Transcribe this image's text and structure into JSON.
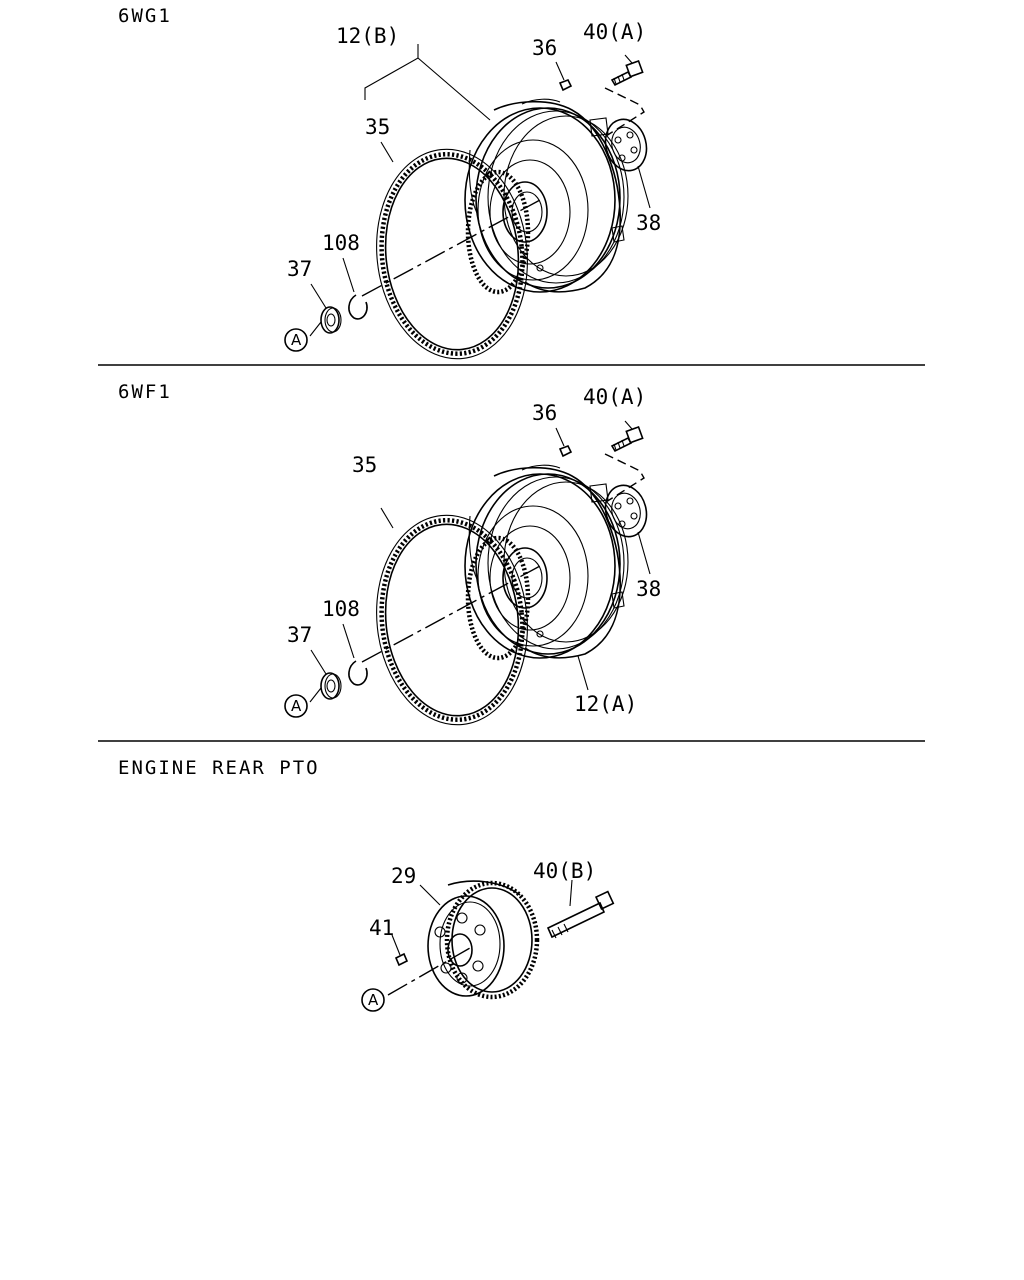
{
  "sections": [
    {
      "title": "6WG1",
      "labels": {
        "flywheel": "12(B)",
        "dowel_pin": "36",
        "bolt": "40(A)",
        "ring_gear": "35",
        "washer_plate": "38",
        "snap_ring": "108",
        "bearing": "37",
        "ref_marker": "A"
      }
    },
    {
      "title": "6WF1",
      "labels": {
        "dowel_pin": "36",
        "bolt": "40(A)",
        "ring_gear": "35",
        "washer_plate": "38",
        "snap_ring": "108",
        "bearing": "37",
        "flywheel": "12(A)",
        "ref_marker": "A"
      }
    },
    {
      "title": "ENGINE REAR PTO",
      "labels": {
        "pto_gear": "29",
        "bolt": "40(B)",
        "pin": "41",
        "ref_marker": "A"
      }
    }
  ]
}
